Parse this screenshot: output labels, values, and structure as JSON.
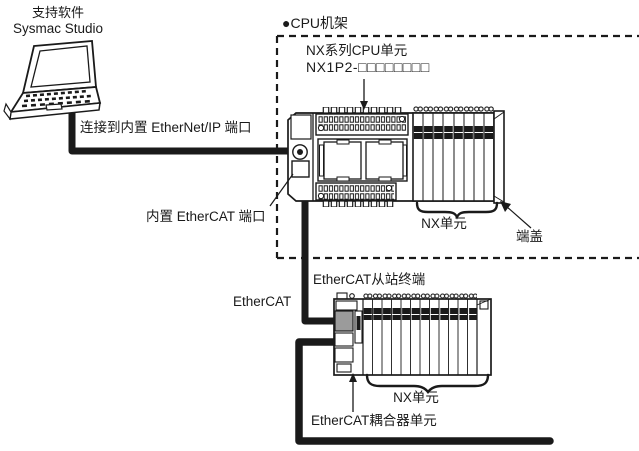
{
  "support_software": {
    "title": "支持软件",
    "name": "Sysmac Studio"
  },
  "cpu_rack": {
    "heading": "●CPU机架",
    "cpu_unit_name": "NX系列CPU单元",
    "cpu_unit_model": "NX1P2-□□□□□□□□",
    "nx_units_label": "NX单元",
    "end_cover_label": "端盖"
  },
  "connections": {
    "ethernet_ip_label": "连接到内置 EtherNet/IP 端口",
    "ethercat_port_label": "内置 EtherCAT 端口",
    "ethercat_network_label": "EtherCAT"
  },
  "slave_terminal": {
    "heading": "EtherCAT从站终端",
    "nx_units_label": "NX单元",
    "coupler_label": "EtherCAT耦合器单元"
  },
  "colors": {
    "line": "#1a1a1a",
    "coupler_connector_fill": "#9b9b9b",
    "background": "#ffffff"
  }
}
